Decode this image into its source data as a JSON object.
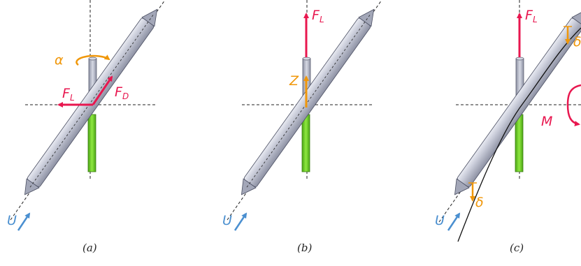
{
  "colors": {
    "force": "#e8174f",
    "orange": "#f0970a",
    "flow": "#4a8fd0",
    "rod": "#b8bccb",
    "support": "#66cc22"
  },
  "panel_a": {
    "caption": "(a)",
    "flow": "U",
    "alpha": "α",
    "lift": {
      "main": "F",
      "sub": "L"
    },
    "drag": {
      "main": "F",
      "sub": "D"
    }
  },
  "panel_b": {
    "caption": "(b)",
    "flow": "U",
    "lift": {
      "main": "F",
      "sub": "L"
    },
    "heave": "Z"
  },
  "panel_c": {
    "caption": "(c)",
    "flow": "U",
    "lift": {
      "main": "F",
      "sub": "L"
    },
    "moment": "M",
    "deflection_top": "δ",
    "deflection_bottom": "δ"
  }
}
